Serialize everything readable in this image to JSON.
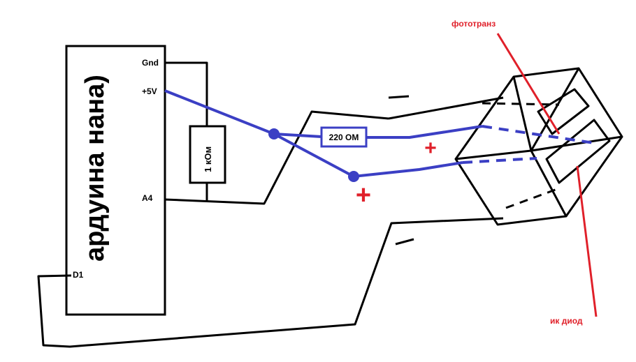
{
  "board": {
    "title": "ардуина нана)",
    "pins": {
      "gnd": "Gnd",
      "v5": "+5V",
      "a4": "A4",
      "d1": "D1"
    }
  },
  "resistor_1k": {
    "label": "1 кОм"
  },
  "resistor_220": {
    "label": "220 ОМ"
  },
  "annotations": {
    "phototransistor": "фототранз",
    "ir_diode": "ик диод",
    "plus_a": "+",
    "plus_b": "+"
  },
  "colors": {
    "wire_black": "#000000",
    "wire_blue": "#3b3fc4",
    "annotation_red": "#e0202a"
  }
}
